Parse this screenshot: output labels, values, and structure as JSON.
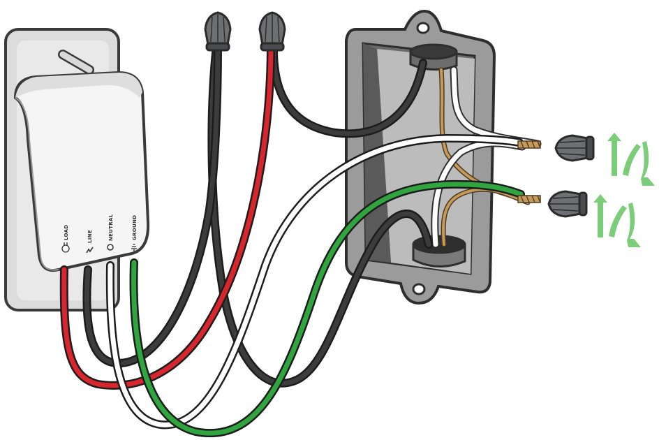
{
  "terminals": {
    "load": {
      "label": "LOAD",
      "icon": "bulb-icon"
    },
    "line": {
      "label": "LINE",
      "icon": "lightning-icon"
    },
    "neutral": {
      "label": "NEUTRAL",
      "icon": "circle-icon"
    },
    "ground": {
      "label": "GROUND",
      "icon": "ground-icon"
    }
  },
  "wires": [
    {
      "name": "red",
      "color": "#d7262e"
    },
    {
      "name": "black",
      "color": "#333333"
    },
    {
      "name": "white",
      "color": "#ffffff"
    },
    {
      "name": "green",
      "color": "#2fa43f"
    }
  ],
  "box_wires": [
    {
      "name": "copper",
      "color": "#c89a5a"
    }
  ],
  "twist_arrows": {
    "color": "#7ccd7a",
    "count": 2,
    "icon": "twist-clockwise-arrows-icon"
  },
  "wire_nuts": {
    "color": "#6d6f73",
    "count": 4
  }
}
